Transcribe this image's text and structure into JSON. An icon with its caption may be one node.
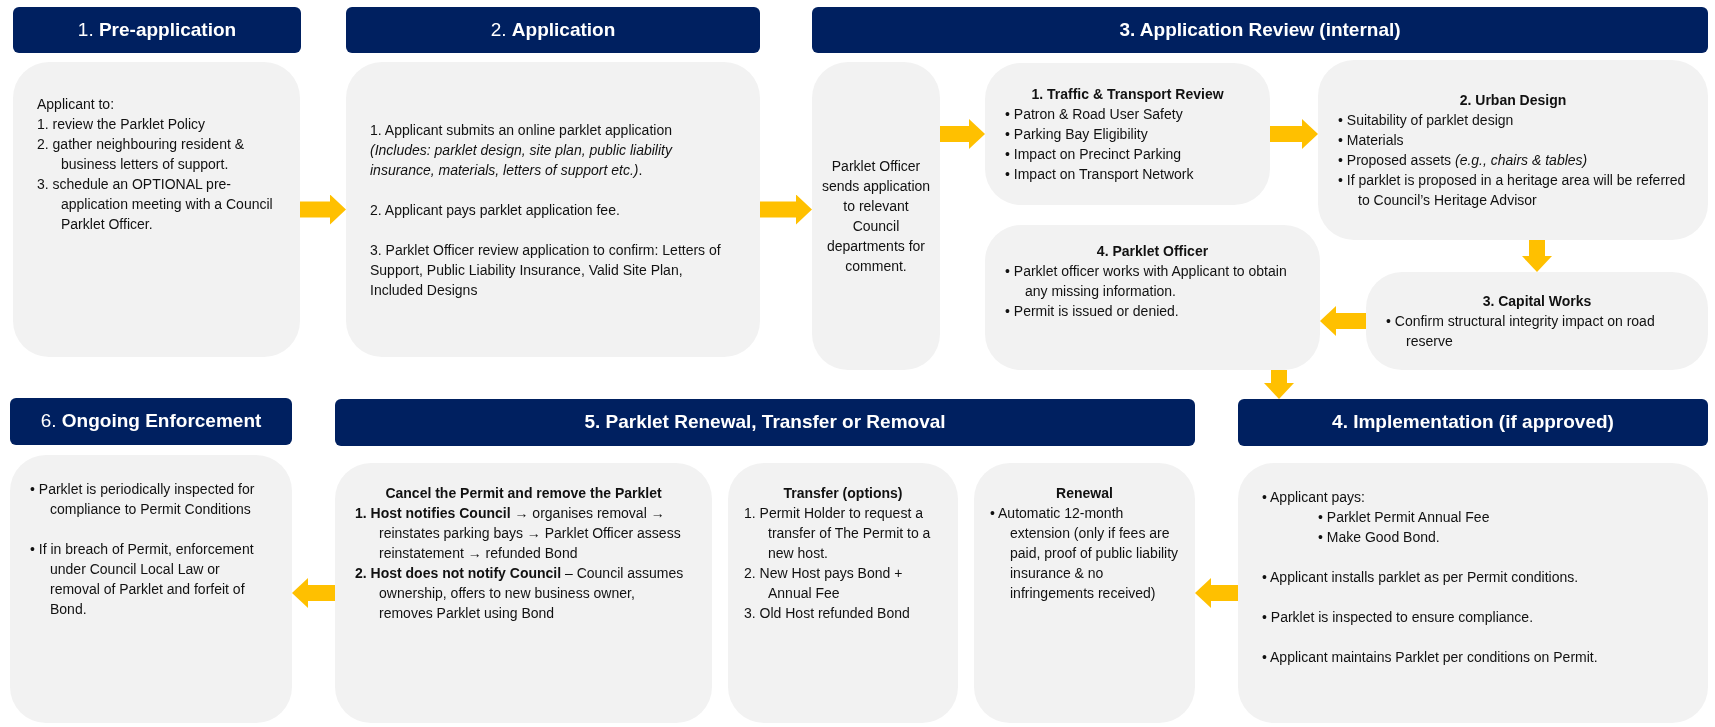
{
  "diagram": {
    "nodes": [
      {
        "text": [
          "1. **Pre-application**"
        ]
      },
      {
        "text": [
          "2. **Application**"
        ]
      },
      {
        "text": [
          "3. Application Review (internal)"
        ]
      },
      {
        "text": [
          "Applicant to:",
          "1. review the Parklet Policy",
          "2. gather neighbouring resident & business letters of support.",
          "3. schedule an OPTIONAL pre-application meeting with a Council Parklet Officer."
        ]
      },
      {
        "text": [
          "1. Applicant submits an online parklet application *(Includes: parklet design, site plan, public liability insurance, materials, letters of support etc.)*.",
          "2. Applicant pays parklet application fee.",
          "3. Parklet Officer review application to confirm: Letters of Support, Public Liability Insurance, Valid Site Plan, Included Designs"
        ]
      },
      {
        "text": [
          "Parklet Officer sends application to relevant Council departments for comment."
        ]
      },
      {
        "text": [
          "1. Traffic & Transport Review",
          "• Patron & Road User Safety",
          "• Parking Bay Eligibility",
          "• Impact on Precinct Parking",
          "• Impact on Transport Network"
        ]
      },
      {
        "text": [
          "2. Urban Design",
          "• Suitability of parklet design",
          "• Materials",
          "• Proposed assets *(e.g., chairs & tables)*",
          "• If parklet is proposed in a heritage area will be referred to Council’s Heritage Advisor"
        ]
      },
      {
        "text": [
          "4. Parklet Officer",
          "• Parklet officer works with Applicant to obtain any missing information.",
          "• Permit is issued or denied."
        ]
      },
      {
        "text": [
          "3. Capital Works",
          "• Confirm structural integrity impact on road reserve"
        ]
      },
      {
        "text": [
          "6. **Ongoing Enforcement**"
        ]
      },
      {
        "text": [
          "5. Parklet Renewal, Transfer or Removal"
        ]
      },
      {
        "text": [
          "4. Implementation (if approved)"
        ]
      },
      {
        "text": [
          "• Parklet is periodically inspected for compliance to Permit Conditions",
          "• If in breach of Permit, enforcement under Council Local Law or removal of Parklet and forfeit of Bond."
        ]
      },
      {
        "text": [
          "Cancel the Permit and remove the Parklet",
          "**1. Host notifies Council** → organises removal → reinstates parking bays → Parklet Officer assess reinstatement → refunded Bond",
          "**2. Host does not notify Council** – Council assumes ownership, offers to new business owner, removes Parklet using Bond"
        ]
      },
      {
        "text": [
          "Transfer (options)",
          "1. Permit Holder to request a transfer of The Permit to a new host.",
          "2. New Host pays Bond + Annual Fee",
          "3. Old Host refunded Bond"
        ]
      },
      {
        "text": [
          "Renewal",
          "• Automatic 12-month extension (only if fees are paid, proof of public liability insurance & no infringements received)"
        ]
      },
      {
        "text": [
          "• Applicant pays:",
          "• Parklet Permit Annual Fee",
          "• Make Good Bond.",
          "• Applicant installs parklet as per Permit conditions.",
          "• Parklet is inspected to ensure compliance.",
          "• Applicant maintains Parklet per conditions on Permit."
        ]
      }
    ],
    "edges": [
      {
        "from": 3,
        "to": 4,
        "arrow": "to"
      },
      {
        "from": 4,
        "to": 5,
        "arrow": "to"
      },
      {
        "from": 5,
        "to": 6,
        "arrow": "to"
      },
      {
        "from": 6,
        "to": 7,
        "arrow": "to"
      },
      {
        "from": 7,
        "to": 9,
        "arrow": "to"
      },
      {
        "from": 9,
        "to": 8,
        "arrow": "to"
      },
      {
        "from": 8,
        "to": 12,
        "arrow": "to"
      },
      {
        "from": 17,
        "to": 16,
        "arrow": "to"
      },
      {
        "from": 14,
        "to": 13,
        "arrow": "to"
      }
    ]
  }
}
